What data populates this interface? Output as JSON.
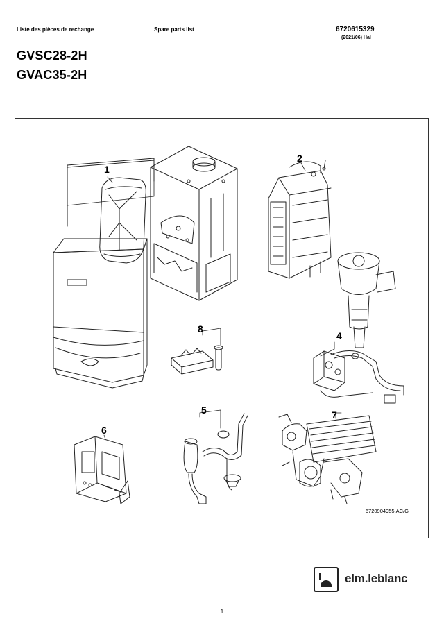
{
  "header": {
    "title_fr": "Liste des pièces de rechange",
    "title_en": "Spare parts list",
    "doc_number": "6720615329",
    "doc_date": "(2021/06) Hal"
  },
  "models": [
    "GVSC28-2H",
    "GVAC35-2H"
  ],
  "figure": {
    "part_numbers": [
      "1",
      "2",
      "4",
      "8",
      "5",
      "6",
      "7"
    ],
    "drawing_ref": "6720904955.AC/G"
  },
  "brand": {
    "name": "elm.leblanc",
    "icon": "elm-leblanc-logo-icon"
  },
  "footer": {
    "page_number": "1"
  }
}
